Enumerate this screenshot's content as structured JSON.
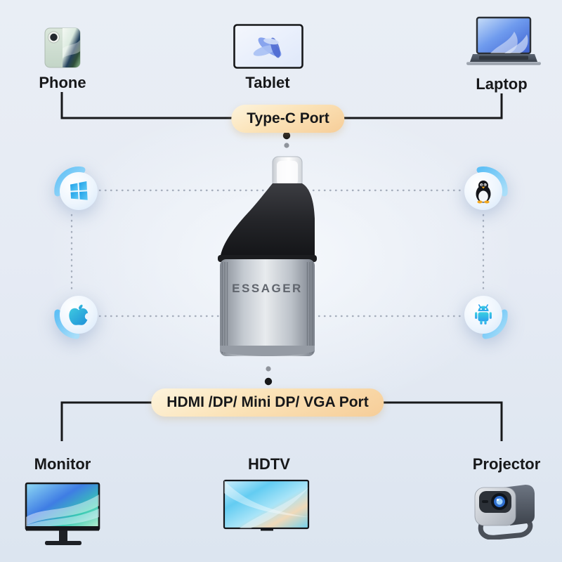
{
  "page": {
    "type": "usb-c-adapter-compatibility-infographic"
  },
  "top_section": {
    "port_badge": "Type-C Port",
    "devices": [
      {
        "label": "Phone",
        "icon": "phone-image"
      },
      {
        "label": "Tablet",
        "icon": "tablet-image"
      },
      {
        "label": "Laptop",
        "icon": "laptop-image"
      }
    ]
  },
  "adapter": {
    "brand_text": "ESSAGER",
    "top_connector_icon": "usb-c-plug",
    "body_icon": "metal-adapter-body"
  },
  "os_compatibility": [
    {
      "icon": "windows-icon"
    },
    {
      "icon": "linux-icon"
    },
    {
      "icon": "apple-icon"
    },
    {
      "icon": "android-icon"
    }
  ],
  "bottom_section": {
    "port_badge": "HDMI /DP/ Mini DP/ VGA Port",
    "devices": [
      {
        "label": "Monitor",
        "icon": "monitor-image"
      },
      {
        "label": "HDTV",
        "icon": "hdtv-image"
      },
      {
        "label": "Projector",
        "icon": "projector-image"
      }
    ]
  },
  "colors": {
    "background_top": "#e9eef5",
    "background_bottom": "#dce5f0",
    "line": "#17181a",
    "dashed_line": "#a6aebc",
    "badge_gradient_start": "#fdf4dd",
    "badge_gradient_end": "#f6cd98",
    "accent_blue": "#3fb3ef",
    "brand_engraving": "#60656d",
    "dot_dark": "#17181a",
    "dot_gray": "#8f949c"
  }
}
